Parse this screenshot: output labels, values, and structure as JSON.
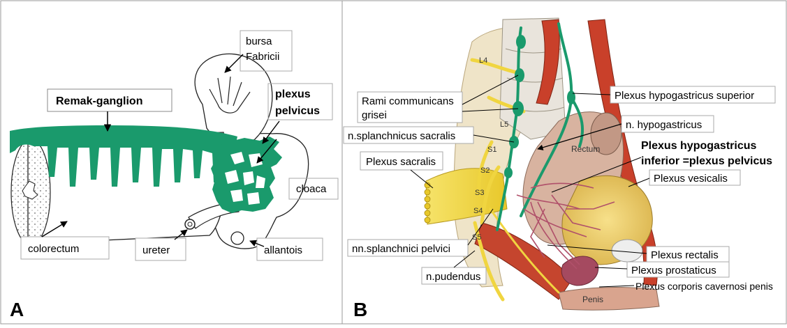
{
  "panel_a": {
    "letter": "A",
    "labels": {
      "bursa_1": "bursa",
      "bursa_2": "Fabricii",
      "remak": "Remak-ganglion",
      "plexus_1": "plexus",
      "plexus_2": "pelvicus",
      "cloaca": "cloaca",
      "colorectum": "colorectum",
      "ureter": "ureter",
      "allantois": "allantois"
    }
  },
  "panel_b": {
    "letter": "B",
    "labels": {
      "rami_1": "Rami communicans",
      "rami_2": "grisei",
      "splanch_sacr": "n.splanchnicus sacralis",
      "plex_sacr": "Plexus sacralis",
      "splanch_pelv": "nn.splanchnici pelvici",
      "pudendus": "n.pudendus",
      "hyp_sup": "Plexus hypogastricus superior",
      "n_hyp": "n. hypogastricus",
      "hyp_inf_1": "Plexus hypogastricus",
      "hyp_inf_2": "inferior =plexus pelvicus",
      "vesicalis": "Plexus vesicalis",
      "rectalis": "Plexus rectalis",
      "prostaticus": "Plexus prostaticus",
      "corporis": "Plexus corporis cavernosi penis",
      "rectum": "Rectum",
      "penis": "Penis",
      "L4": "L4",
      "L5": "L5",
      "S1": "S1",
      "S2": "S2",
      "S3": "S3",
      "S4": "S4",
      "S5": "S5"
    }
  },
  "colors": {
    "ganglion_green": "#1a9a6c",
    "nerve_yellow": "#f3dc3a",
    "artery_red": "#c9402a",
    "plexus_pink": "#b0506a",
    "bone": "#efe4c8"
  }
}
